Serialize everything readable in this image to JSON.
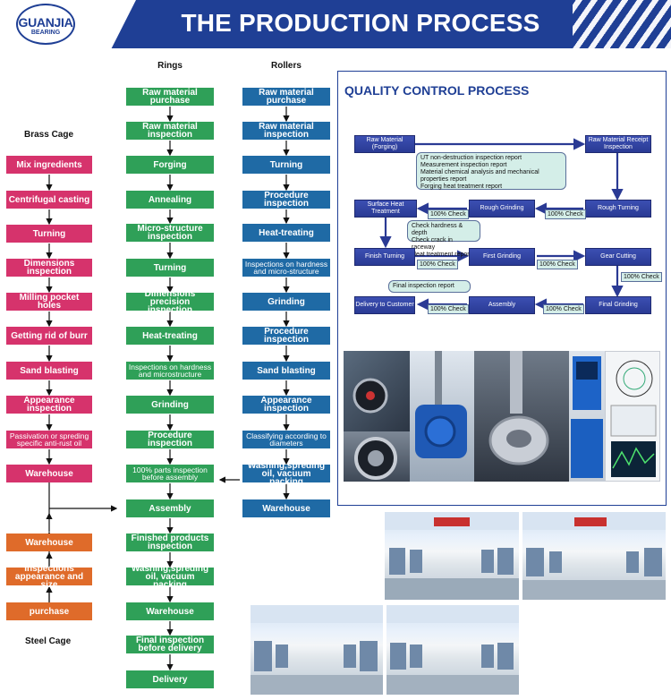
{
  "header": {
    "logo_text": "GUANJIA",
    "logo_sub": "BEARING",
    "title": "THE PRODUCTION PROCESS"
  },
  "columns": {
    "rings": "Rings",
    "rollers": "Rollers",
    "brass": "Brass Cage",
    "steel": "Steel Cage"
  },
  "brass": [
    "Mix ingredients",
    "Centrifugal casting",
    "Turning",
    "Dimensions inspection",
    "Milling pocket holes",
    "Getting rid of burr",
    "Sand blasting",
    "Appearance inspection",
    "Passivation or spreding specific anti-rust oil",
    "Warehouse"
  ],
  "steel": [
    "Warehouse",
    "Inspections appearance and size",
    "purchase"
  ],
  "rings": [
    "Raw material purchase",
    "Raw material inspection",
    "Forging",
    "Annealing",
    "Micro-structure inspection",
    "Turning",
    "Dimensions precision inspection",
    "Heat-treating",
    "Inspections on hardness and microstructure",
    "Grinding",
    "Procedure inspection",
    "100% parts inspection before assembly",
    "Assembly",
    "Finished products inspection",
    "Washing,spreding oil, vacuum packing",
    "Warehouse",
    "Final inspection before delivery",
    "Delivery"
  ],
  "rollers": [
    "Raw material purchase",
    "Raw material inspection",
    "Turning",
    "Procedure inspection",
    "Heat-treating",
    "Inspections on hardness and micro-structure",
    "Grinding",
    "Procedure inspection",
    "Sand blasting",
    "Appearance inspection",
    "Classifying according to diameters",
    "Washing,spreding oil, vacuum packing",
    "Warehouse"
  ],
  "qc": {
    "title": "QUALITY CONTROL PROCESS",
    "nodes": {
      "raw_forging": "Raw Material (Forging)",
      "raw_receipt": "Raw Material Receipt Inspection",
      "surface_heat": "Surface Heat Treatment",
      "rough_grinding": "Rough Grinding",
      "rough_turning": "Rough Turning",
      "finish_turning": "Finish Turning",
      "first_grinding": "First Grinding",
      "gear_cutting": "Gear Cutting",
      "delivery": "Delivery to Customer",
      "assembly": "Assembly",
      "final_grinding": "Final Grinding"
    },
    "note1": [
      "UT non-destruction inspection report",
      "Measurement inspection report",
      "Material chemical analysis and mechanical",
      "properties report",
      "Forging heat treatment report"
    ],
    "note2": [
      "Check hardness & depth",
      "Check crack in raceway",
      "Heat treatment report"
    ],
    "note3": "Final inspection report",
    "check": "100% Check"
  },
  "colors": {
    "header": "#1f3f95",
    "brass": "#d6336c",
    "steel": "#df6b2a",
    "rings": "#2fa058",
    "rollers": "#1f6aa5"
  }
}
